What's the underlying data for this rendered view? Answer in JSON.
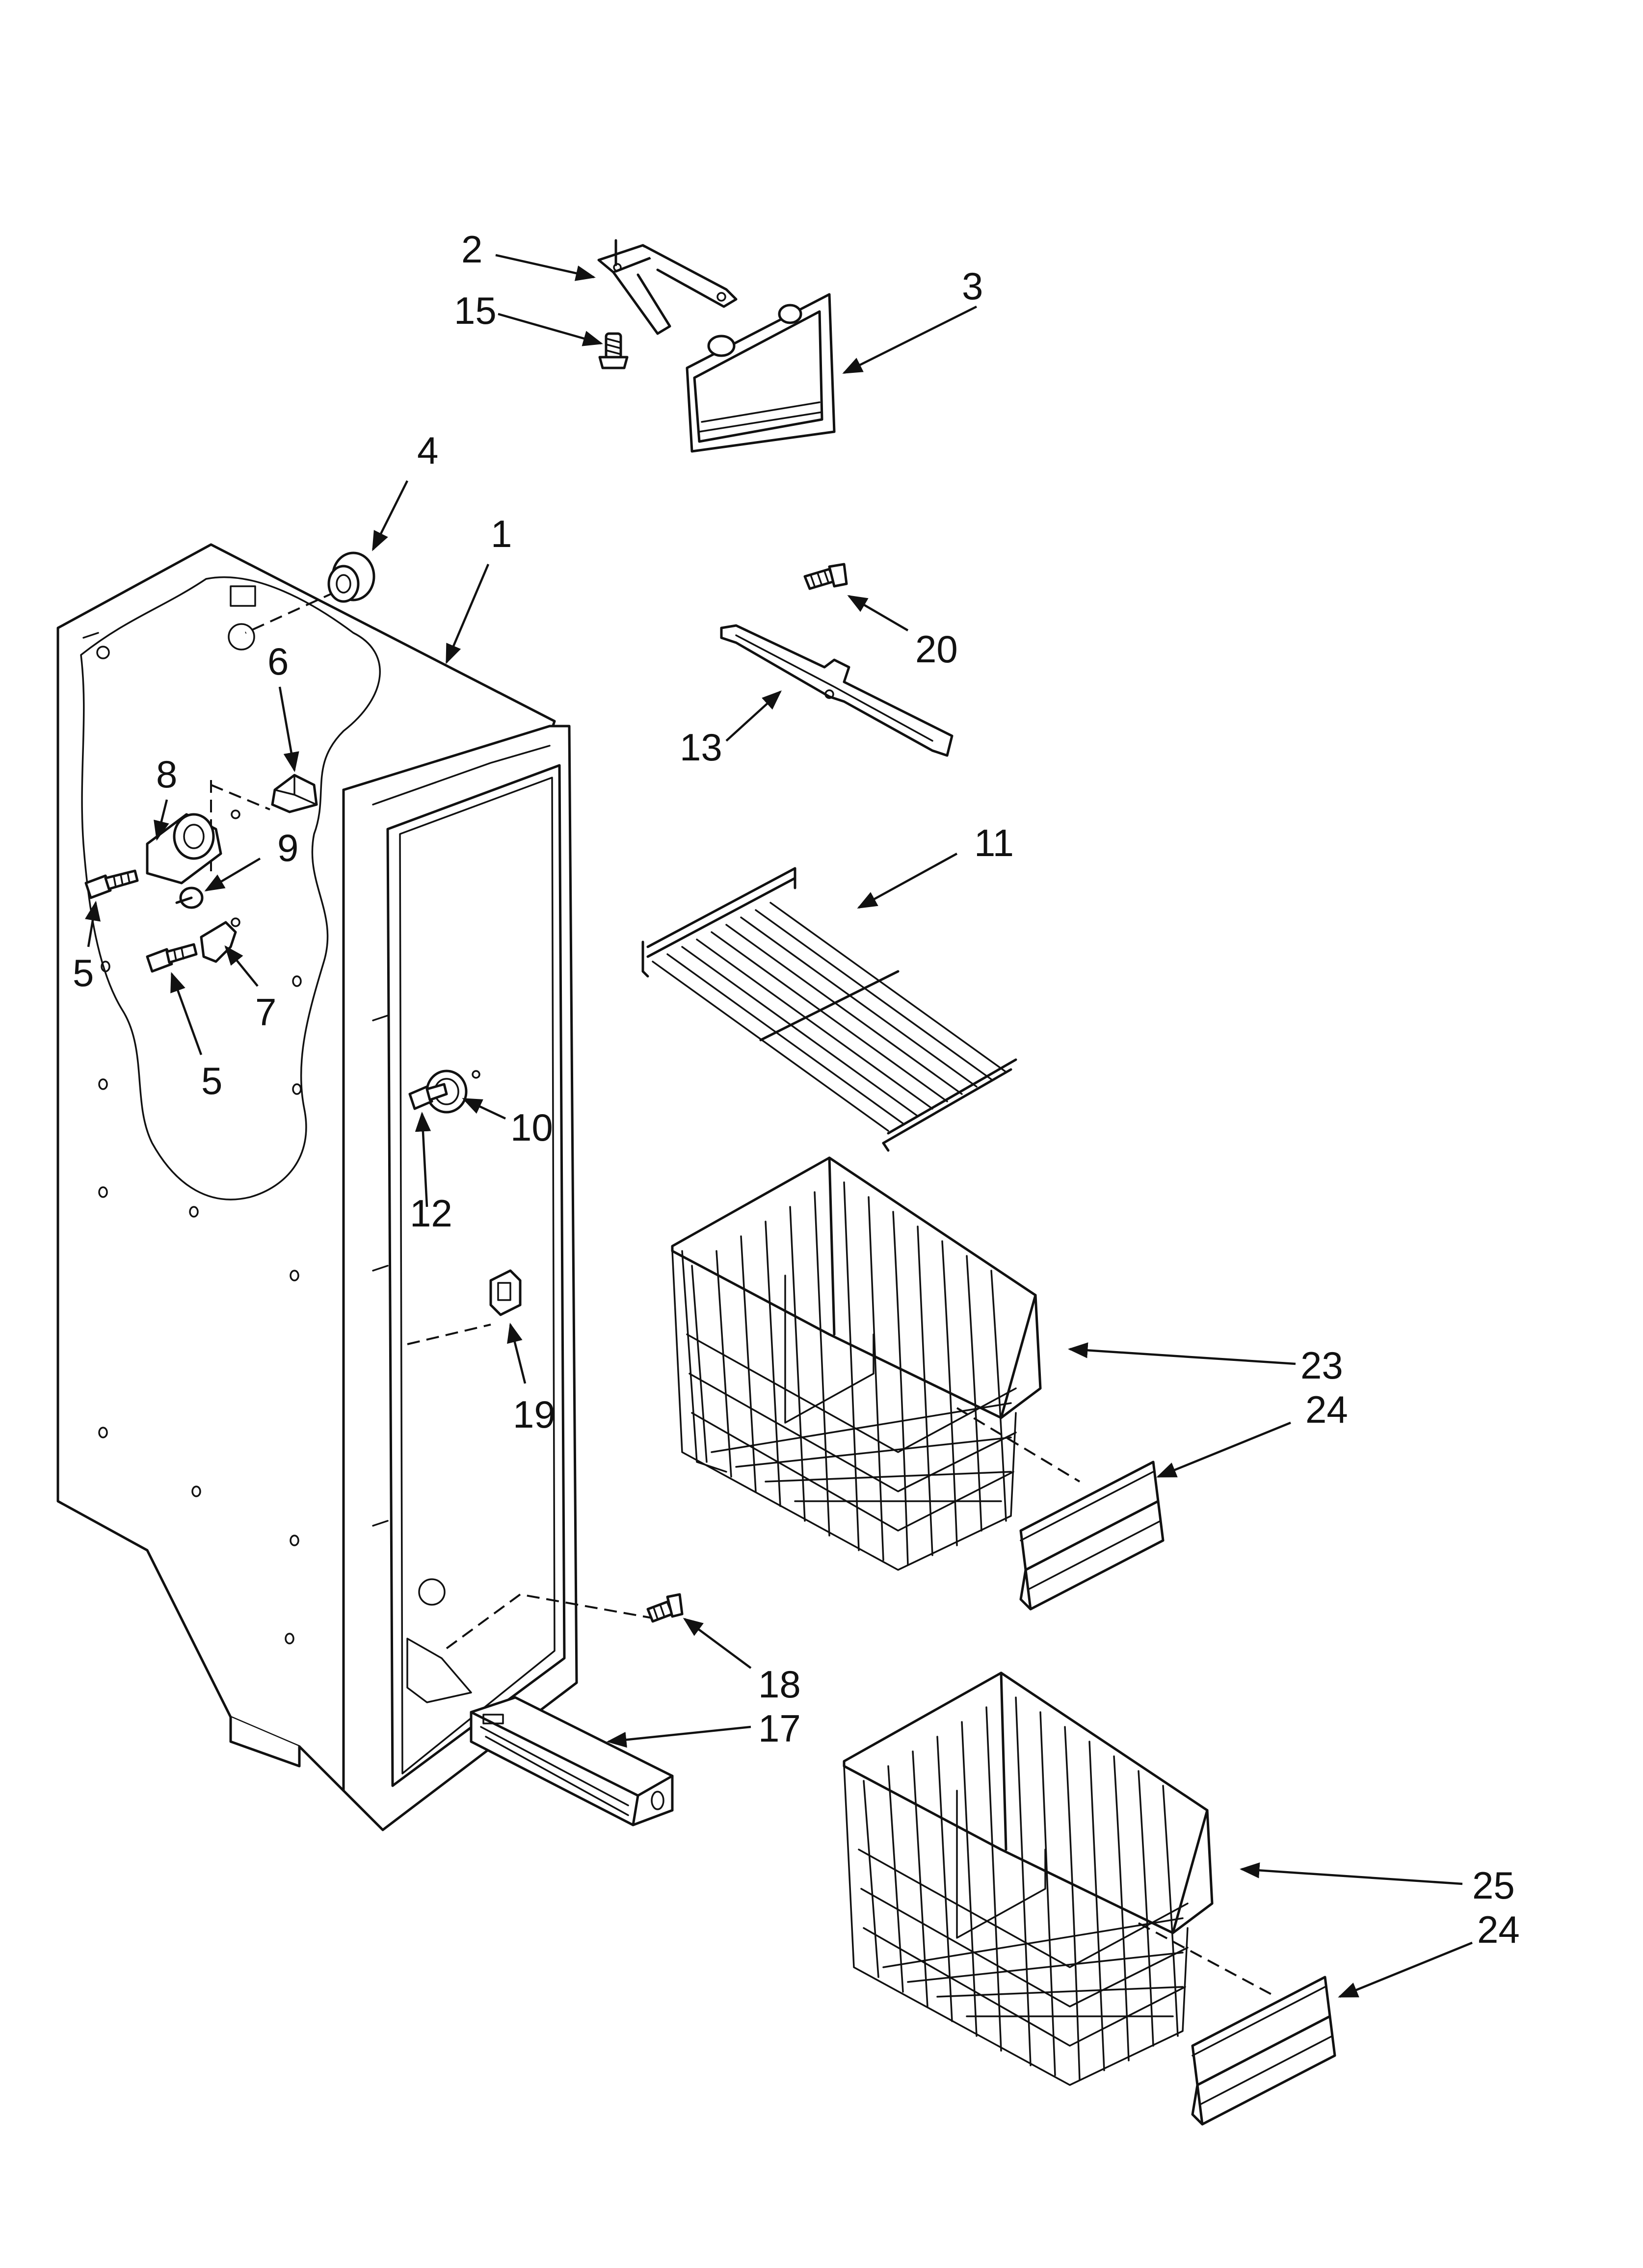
{
  "labels": {
    "l1": "1",
    "l2": "2",
    "l3": "3",
    "l4": "4",
    "l5a": "5",
    "l5b": "5",
    "l6": "6",
    "l7": "7",
    "l8": "8",
    "l9": "9",
    "l10": "10",
    "l11": "11",
    "l12": "12",
    "l13": "13",
    "l15": "15",
    "l17": "17",
    "l18": "18",
    "l19": "19",
    "l20": "20",
    "l23": "23",
    "l24a": "24",
    "l24b": "24",
    "l25": "25"
  },
  "colors": {
    "ink": "#111111",
    "paper": "#ffffff"
  }
}
